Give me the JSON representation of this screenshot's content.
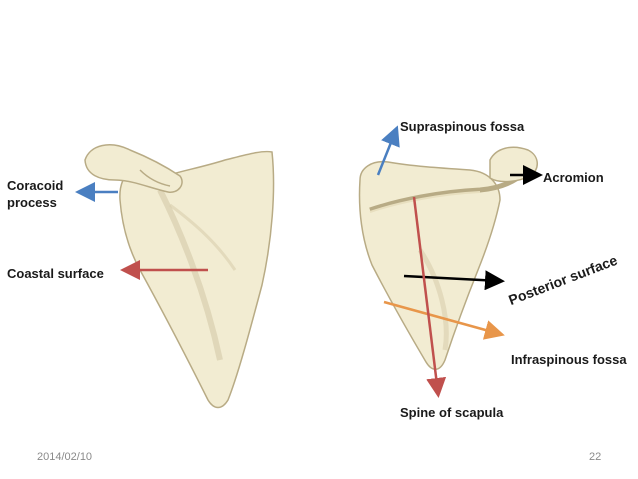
{
  "labels": {
    "coracoid_line1": "Coracoid",
    "coracoid_line2": "process",
    "coastal": "Coastal surface",
    "supraspinous": "Supraspinous fossa",
    "acromion": "Acromion",
    "posterior": "Posterior surface",
    "infraspinous": "Infraspinous fossa",
    "spine": "Spine of scapula"
  },
  "footer": {
    "date": "2014/02/10",
    "page": "22"
  },
  "arrow_colors": {
    "blue": "#4a7fc1",
    "red": "#c0504d",
    "black": "#000000",
    "orange": "#e8964a"
  },
  "bone_colors": {
    "fill": "#f2ecd2",
    "shade": "#d9cfae",
    "outline": "#b8ab85"
  }
}
